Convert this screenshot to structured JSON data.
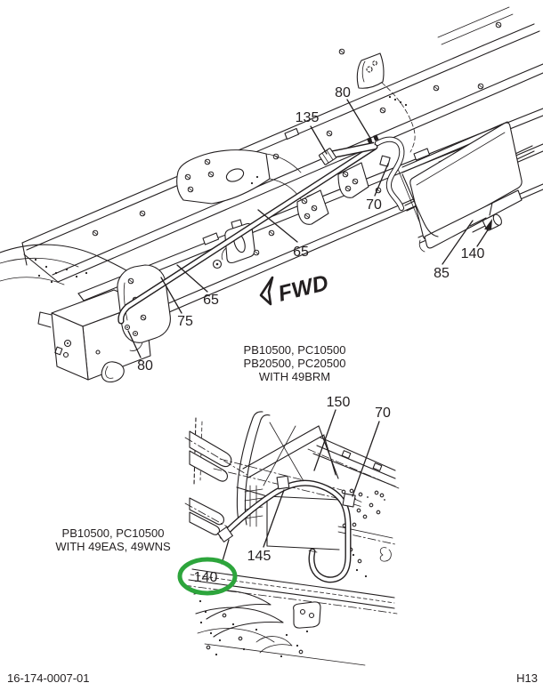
{
  "colors": {
    "ink": "#231f20",
    "highlight_green": "#2DA53C",
    "background": "#ffffff"
  },
  "footer": {
    "left": "16-174-0007-01",
    "right": "H13"
  },
  "top_diagram": {
    "fwd_label": "FWD",
    "caption": {
      "line1": "PB10500, PC10500",
      "line2": "PB20500, PC20500",
      "line3": "WITH 49BRM"
    },
    "callouts": {
      "c80_upper": "80",
      "c135": "135",
      "c70": "70",
      "c65_right": "65",
      "c65_left": "65",
      "c75": "75",
      "c80_lower": "80",
      "c140": "140",
      "c85": "85"
    }
  },
  "bottom_diagram": {
    "caption": {
      "line1": "PB10500, PC10500",
      "line2": "WITH 49EAS, 49WNS"
    },
    "callouts": {
      "c150": "150",
      "c70": "70",
      "c145": "145",
      "c140": "140"
    },
    "highlighted_callout": "140"
  }
}
